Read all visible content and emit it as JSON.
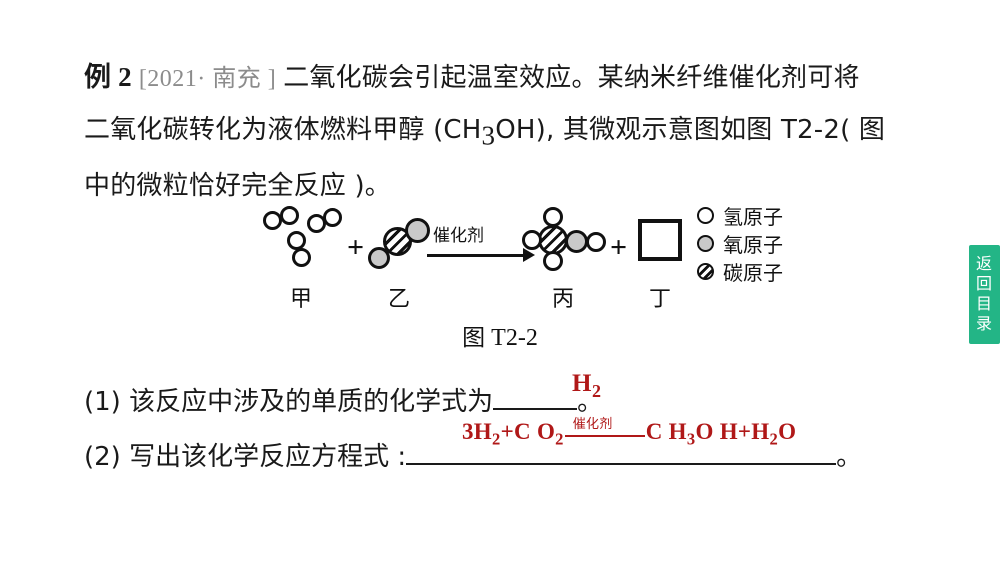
{
  "question": {
    "example_label": "例 2",
    "source_tag": "[2021· 南充 ]",
    "line1_rest": "二氧化碳会引起温室效应。某纳米纤维催化剂可将",
    "line2_a": "二氧化碳转化为液体燃料甲醇 (CH",
    "line2_sub": "3",
    "line2_b": "OH), 其微观示意图如图 T2-2( 图",
    "line3": "中的微粒恰好完全反应 )。"
  },
  "diagram": {
    "catalyst_label": "催化剂",
    "reactant1_name": "甲",
    "reactant2_name": "乙",
    "product1_name": "丙",
    "product2_name": "丁",
    "plus1": "+",
    "plus2": "+",
    "caption_cn": "图",
    "caption_id": "T2-2"
  },
  "legend": {
    "items": [
      {
        "type": "hydrogen",
        "label": "氢原子"
      },
      {
        "type": "oxygen",
        "label": "氧原子"
      },
      {
        "type": "carbon",
        "label": "碳原子"
      }
    ]
  },
  "subquestions": {
    "q1_prompt": "(1) 该反应中涉及的单质的化学式为",
    "q1_tail": "。",
    "q1_answer_main": "H",
    "q1_answer_sub": "2",
    "q2_prompt": "(2) 写出该化学反应方程式 :",
    "q2_tail": "。"
  },
  "equation": {
    "coef_h2": "3H",
    "sub_2a": "2",
    "plus_a": "+C O",
    "sub_2b": "2",
    "catalyst": "催化剂",
    "product_ch": "C H",
    "sub_3": "3",
    "product_oh": "O H",
    "plus_b": "+H",
    "sub_2c": "2",
    "product_o": "O"
  },
  "side_tab": {
    "chars": [
      "返",
      "回",
      "目",
      "录"
    ]
  },
  "colors": {
    "answer_red": "#b01818",
    "tab_green": "#23b586",
    "source_gray": "#8c8c8c",
    "oxygen_gray": "#c9c9c9"
  }
}
